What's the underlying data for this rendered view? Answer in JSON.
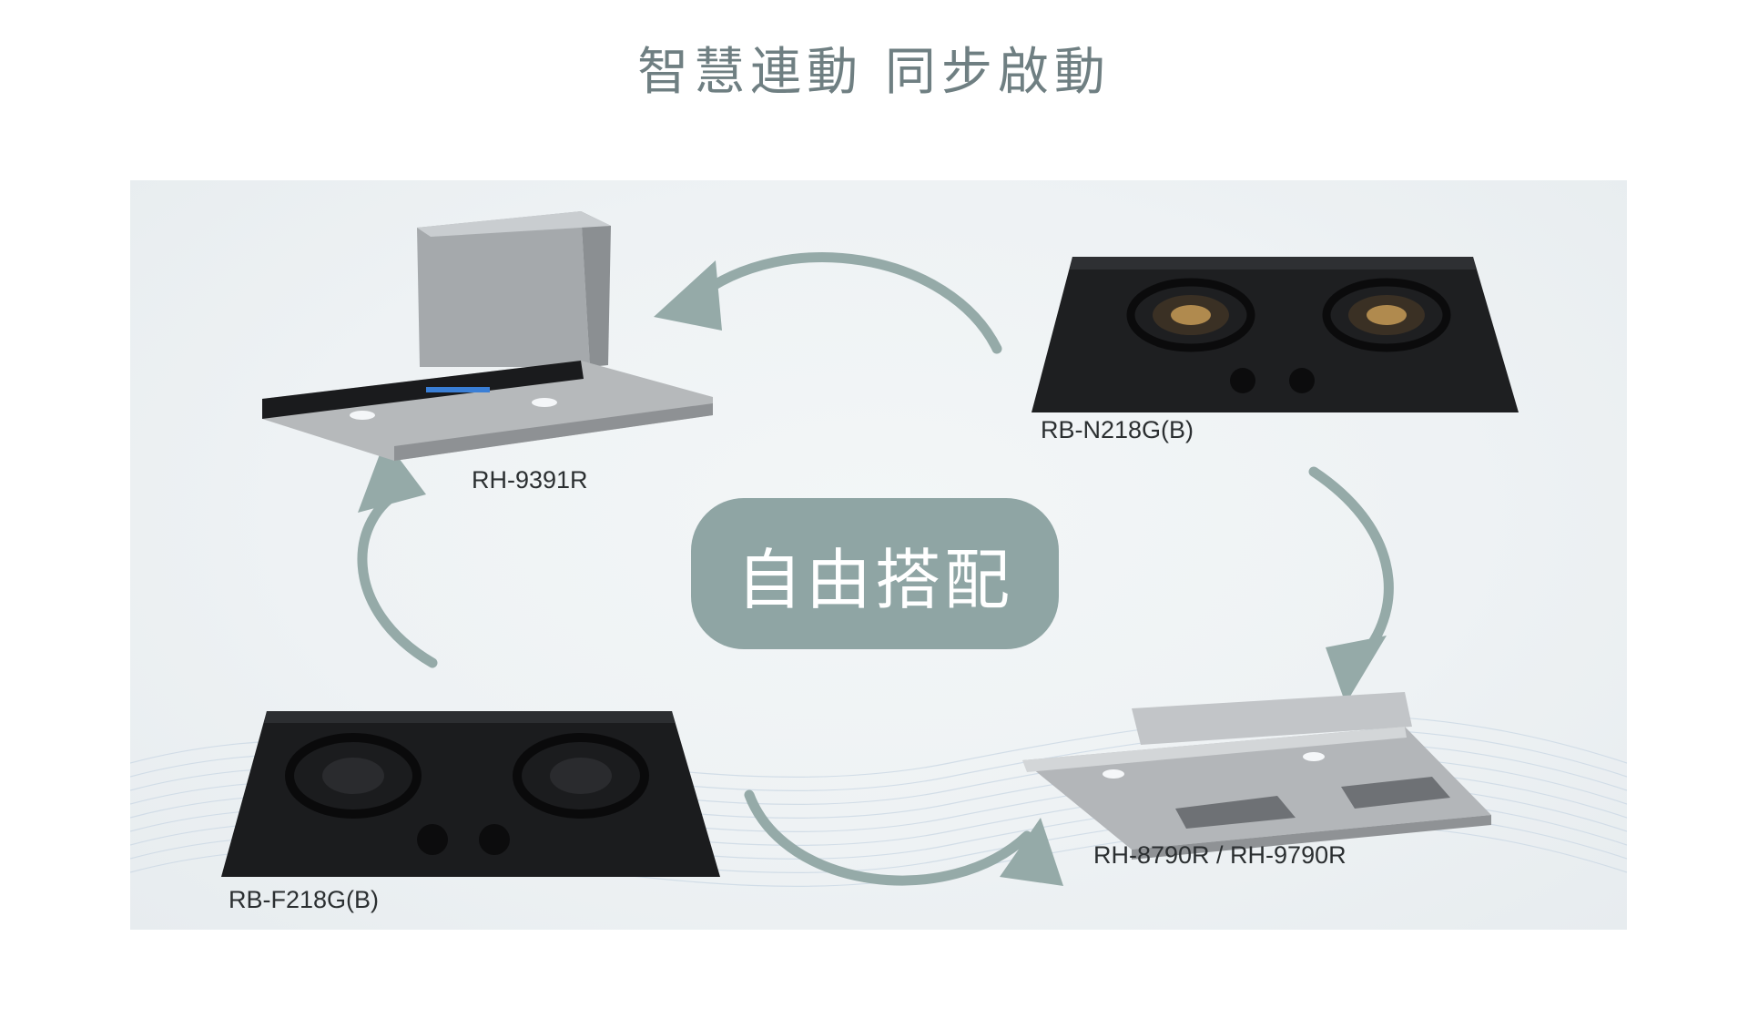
{
  "headline": "智慧連動 同步啟動",
  "center_label": "自由搭配",
  "colors": {
    "arrow": "#95aaa8",
    "pill": "#8fa5a4",
    "title": "#6f7f82"
  },
  "products": {
    "top_left_hood": {
      "model": "RH-9391R"
    },
    "top_right_stove": {
      "model": "RB-N218G(B)"
    },
    "bottom_right_hood": {
      "model": "RH-8790R / RH-9790R"
    },
    "bottom_left_stove": {
      "model": "RB-F218G(B)"
    }
  },
  "icons": [
    "cycle-arrow-icon",
    "range-hood-image",
    "gas-stove-image"
  ]
}
